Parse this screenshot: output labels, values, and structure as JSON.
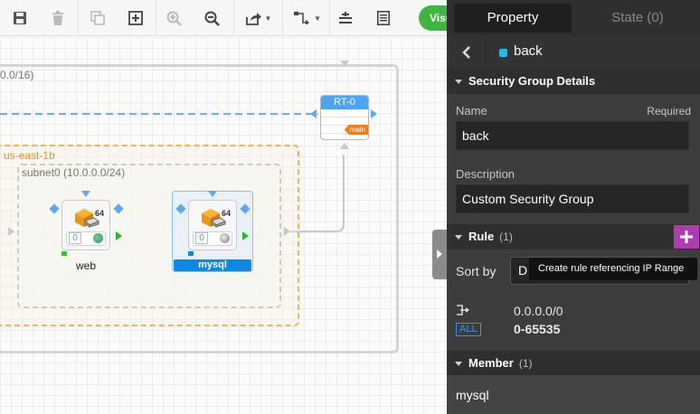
{
  "toolbar": {
    "buttons": [
      {
        "name": "save-icon"
      },
      {
        "name": "delete-icon"
      },
      {
        "name": "duplicate-icon"
      },
      {
        "name": "add-icon"
      },
      {
        "name": "zoom-in-icon"
      },
      {
        "name": "zoom-out-icon"
      },
      {
        "name": "export-icon"
      },
      {
        "name": "connection-icon"
      },
      {
        "name": "stack-icon"
      },
      {
        "name": "list-icon"
      }
    ],
    "visualize_label": "Visu"
  },
  "canvas": {
    "vpc_label": "0.0/16)",
    "az_label": "us-east-1b",
    "subnet_label": "subnet0 (10.0.0.0/24)",
    "router": {
      "title": "RT-0",
      "badge": "main"
    },
    "instances": [
      {
        "label": "web",
        "count": "0",
        "bits": "64"
      },
      {
        "label": "mysql",
        "count": "0",
        "bits": "64"
      }
    ]
  },
  "panel": {
    "tabs": {
      "property": "Property",
      "state": "State (0)"
    },
    "breadcrumb_title": "back",
    "security_group_section": "Security Group Details",
    "name_label": "Name",
    "name_required": "Required",
    "name_value": "back",
    "description_label": "Description",
    "description_value": "Custom Security Group",
    "rule_section": "Rule",
    "rule_count": "(1)",
    "sort_label": "Sort by",
    "sort_value": "D",
    "tooltip": "Create rule referencing IP Range",
    "rule": {
      "ip": "0.0.0.0/0",
      "protocol": "ALL",
      "ports": "0-65535"
    },
    "member_section": "Member",
    "member_count": "(1)",
    "member_name": "mysql"
  },
  "colors": {
    "panel_bg": "#3c3c3c",
    "accent_blue": "#0e89e2",
    "add_button": "#b03ab0",
    "az_border": "#f0b25a",
    "visualize": "#3fb53f"
  }
}
